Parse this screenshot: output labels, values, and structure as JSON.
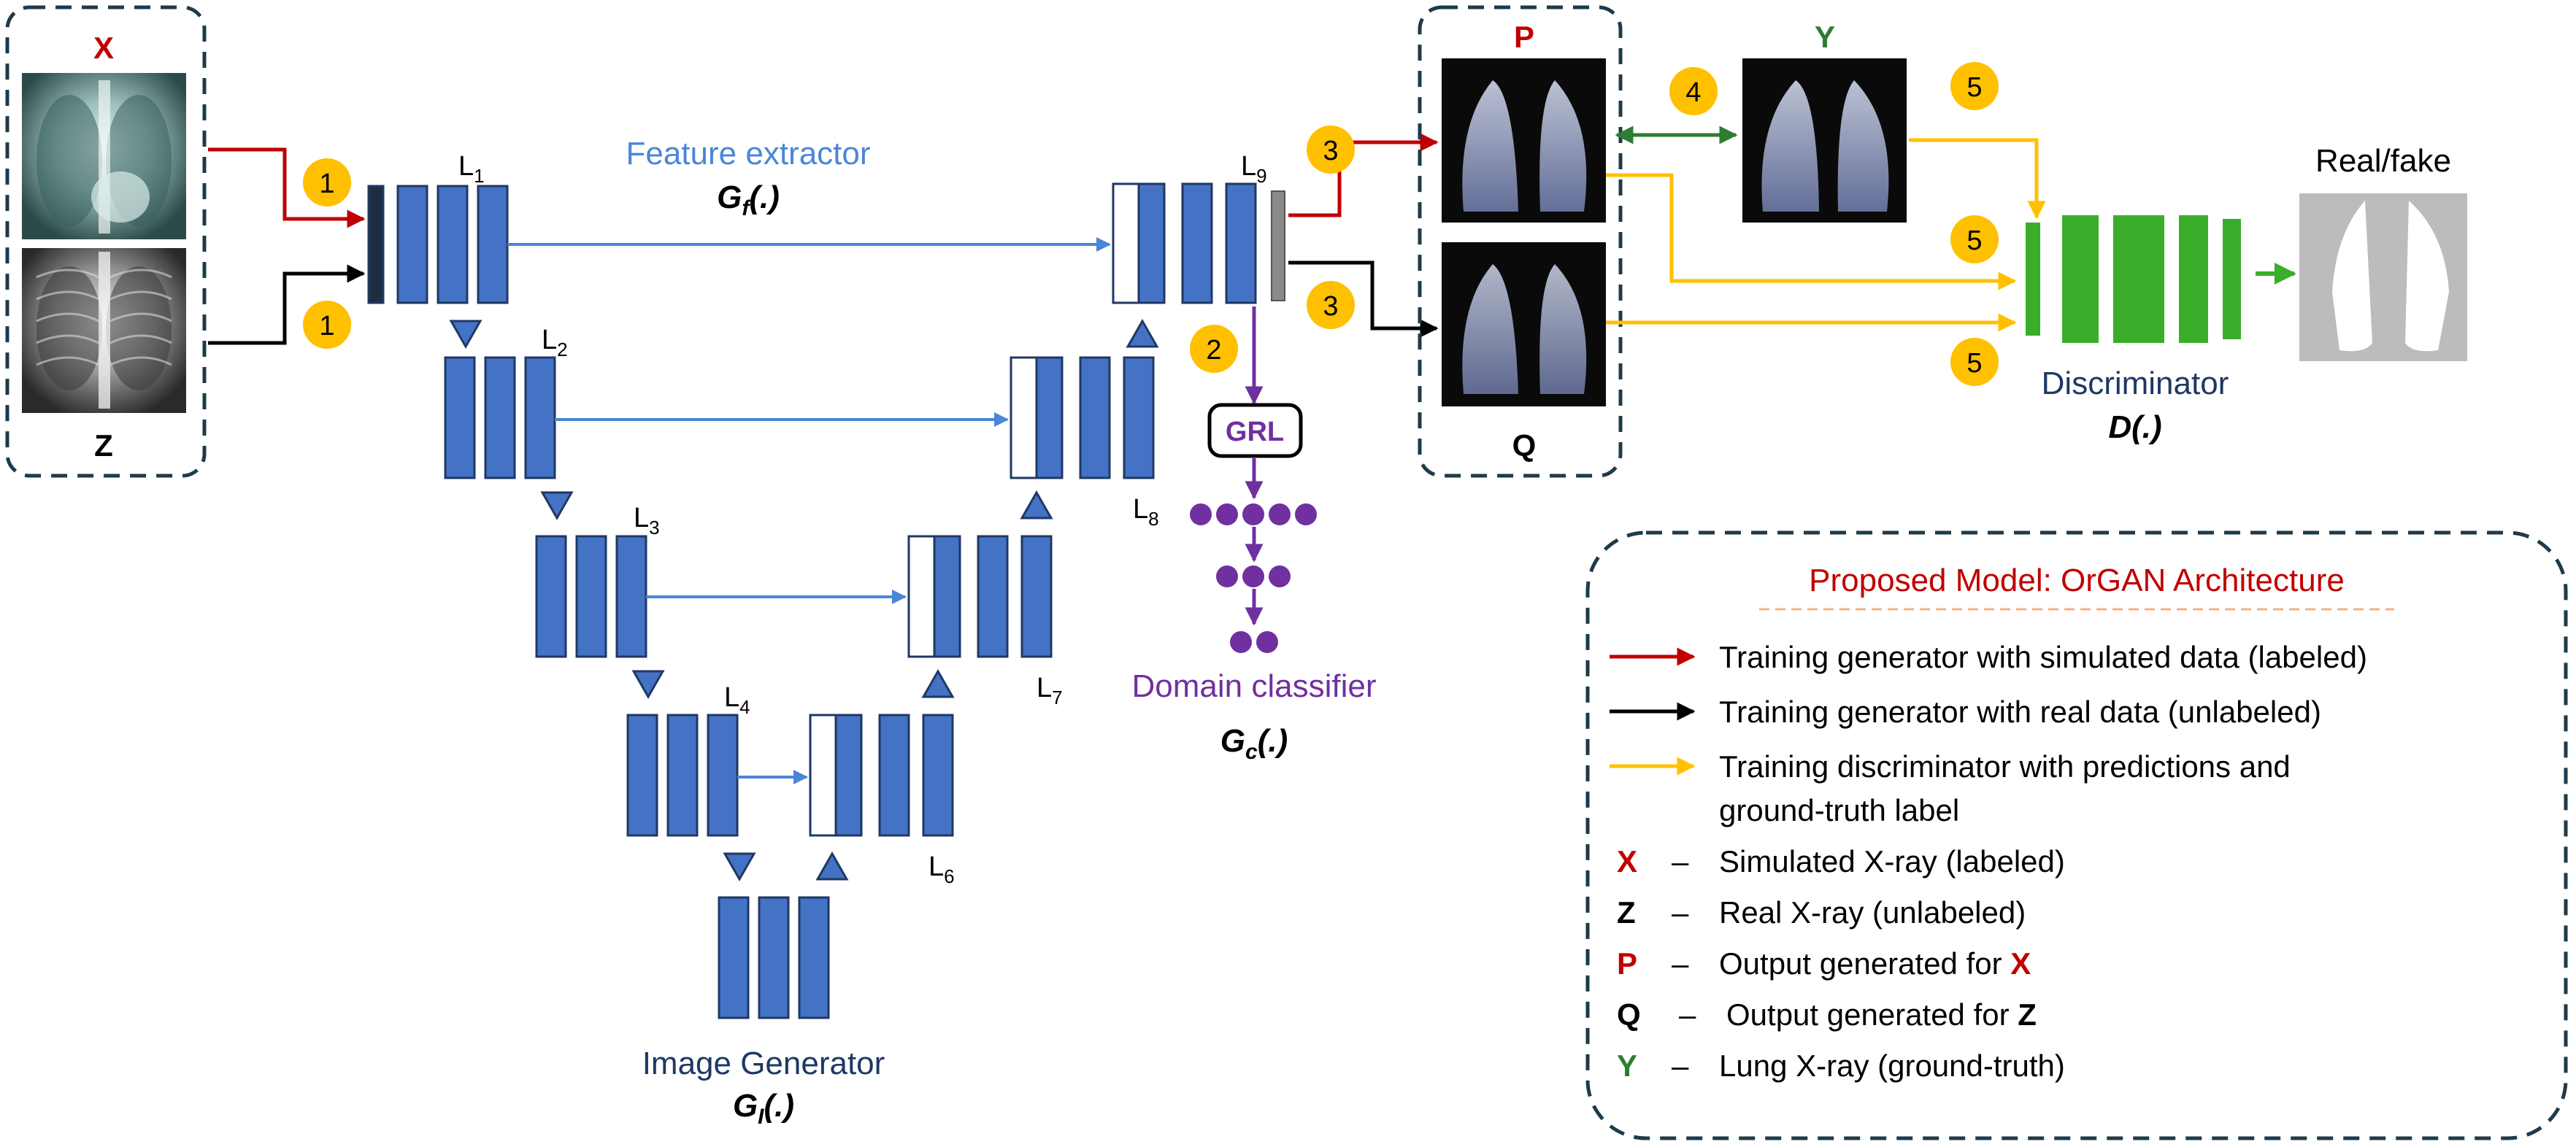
{
  "labels": {
    "x": "X",
    "z": "Z",
    "p": "P",
    "q": "Q",
    "y": "Y",
    "real_fake": "Real/fake",
    "feature_extractor": "Feature extractor",
    "feature_extractor_fn": "Gf(.)",
    "image_generator": "Image Generator",
    "image_generator_fn": "GI(.)",
    "domain_classifier": "Domain classifier",
    "domain_classifier_fn": "Gc(.)",
    "discriminator": "Discriminator",
    "discriminator_fn": "D(.)",
    "grl": "GRL"
  },
  "layers": {
    "l1": "L1",
    "l2": "L2",
    "l3": "L3",
    "l4": "L4",
    "l6": "L6",
    "l7": "L7",
    "l8": "L8",
    "l9": "L9"
  },
  "steps": {
    "s1a": "1",
    "s1b": "1",
    "s2": "2",
    "s3a": "3",
    "s3b": "3",
    "s4": "4",
    "s5a": "5",
    "s5b": "5",
    "s5c": "5"
  },
  "legend": {
    "title": "Proposed Model: OrGAN Architecture",
    "arrows": [
      {
        "text": "Training generator with simulated data (labeled)",
        "color": "#c00000"
      },
      {
        "text": "Training generator with real data (unlabeled)",
        "color": "#000000"
      },
      {
        "text": "Training discriminator with predictions and",
        "color": "#ffc000"
      },
      {
        "text": "ground-truth label",
        "color": "#ffc000"
      }
    ],
    "keys": [
      {
        "symbol": "X",
        "dash": "–",
        "text": "Simulated X-ray (labeled)",
        "color": "#c00000"
      },
      {
        "symbol": "Z",
        "dash": "–",
        "text": "Real X-ray (unlabeled)",
        "color": "#000000"
      },
      {
        "symbol": "P",
        "dash": "–",
        "text": "Output generated for ",
        "ref": "X",
        "color": "#c00000"
      },
      {
        "symbol": "Q",
        "dash": "–",
        "text": "Output generated for ",
        "ref": "Z",
        "color": "#000000"
      },
      {
        "symbol": "Y",
        "dash": "–",
        "text": "Lung X-ray (ground-truth)",
        "color": "#2e7d32"
      }
    ]
  },
  "colors": {
    "layer_blue": "#4472c4",
    "layer_border": "#1f3864",
    "skip_blue": "#4a86d8",
    "sim_red": "#c00000",
    "gold": "#ffc000",
    "green": "#3aae2a",
    "purple": "#7030a0",
    "navy": "#1f3864",
    "dashed_border": "#1f3a4a"
  }
}
